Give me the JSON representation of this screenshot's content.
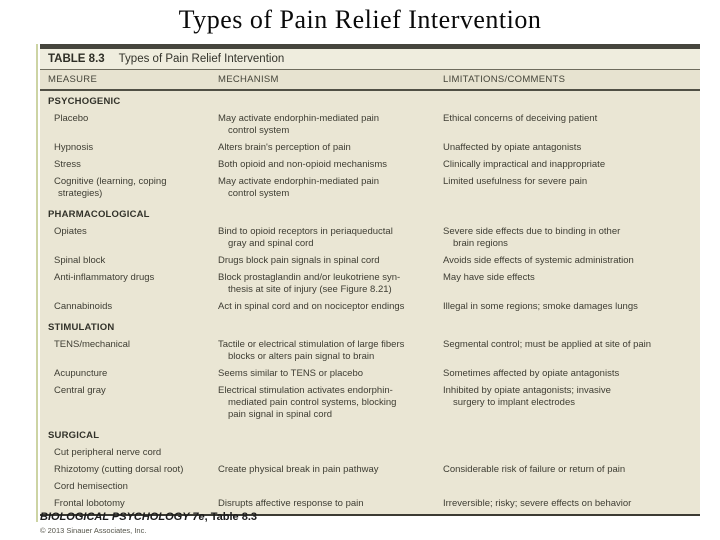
{
  "slide": {
    "title": "Types of Pain Relief Intervention"
  },
  "table": {
    "label": "TABLE 8.3",
    "caption": "Types of Pain Relief Intervention",
    "columns": [
      "MEASURE",
      "MECHANISM",
      "LIMITATIONS/COMMENTS"
    ],
    "sections": [
      {
        "header": "PSYCHOGENIC",
        "rows": [
          {
            "measure": "Placebo",
            "mechanism": "May activate endorphin-mediated pain\ncontrol system",
            "limitations": "Ethical concerns of deceiving patient"
          },
          {
            "measure": "Hypnosis",
            "mechanism": "Alters brain's perception of pain",
            "limitations": "Unaffected by opiate antagonists"
          },
          {
            "measure": "Stress",
            "mechanism": "Both opioid and non-opioid mechanisms",
            "limitations": "Clinically impractical and inappropriate"
          },
          {
            "measure": "Cognitive (learning, coping\nstrategies)",
            "mechanism": "May activate endorphin-mediated pain\ncontrol system",
            "limitations": "Limited usefulness for severe pain"
          }
        ]
      },
      {
        "header": "PHARMACOLOGICAL",
        "rows": [
          {
            "measure": "Opiates",
            "mechanism": "Bind to opioid receptors in periaqueductal\ngray and spinal cord",
            "limitations": "Severe side effects due to binding in other\nbrain regions"
          },
          {
            "measure": "Spinal block",
            "mechanism": "Drugs block pain signals in spinal cord",
            "limitations": "Avoids side effects of systemic administration"
          },
          {
            "measure": "Anti-inflammatory drugs",
            "mechanism": "Block prostaglandin and/or leukotriene syn-\nthesis at site of injury (see Figure 8.21)",
            "limitations": "May have side effects"
          },
          {
            "measure": "Cannabinoids",
            "mechanism": "Act in spinal cord and on nociceptor endings",
            "limitations": "Illegal in some regions; smoke damages lungs"
          }
        ]
      },
      {
        "header": "STIMULATION",
        "rows": [
          {
            "measure": "TENS/mechanical",
            "mechanism": "Tactile or electrical stimulation of large fibers\nblocks or alters pain signal to brain",
            "limitations": "Segmental control; must be applied at site of pain"
          },
          {
            "measure": "Acupuncture",
            "mechanism": "Seems similar to TENS or placebo",
            "limitations": "Sometimes affected by opiate antagonists"
          },
          {
            "measure": "Central gray",
            "mechanism": "Electrical stimulation activates endorphin-\nmediated pain control systems, blocking\npain signal in spinal cord",
            "limitations": "Inhibited by opiate antagonists; invasive\nsurgery to implant electrodes"
          }
        ]
      },
      {
        "header": "SURGICAL",
        "rows": [
          {
            "measure": "Cut peripheral nerve cord",
            "mechanism": "",
            "limitations": ""
          },
          {
            "measure": "Rhizotomy (cutting dorsal root)",
            "mechanism": "Create physical break in pain pathway",
            "limitations": "Considerable risk of failure or return of pain"
          },
          {
            "measure": "Cord hemisection",
            "mechanism": "",
            "limitations": ""
          },
          {
            "measure": "Frontal lobotomy",
            "mechanism": "Disrupts affective response to pain",
            "limitations": "Irreversible; risky; severe effects on behavior"
          }
        ]
      }
    ]
  },
  "footer": {
    "book": "BIOLOGICAL PSYCHOLOGY 7e",
    "ref": ", Table 8.3",
    "copyright": "© 2013 Sinauer Associates, Inc."
  },
  "colors": {
    "table_background": "#eae6d4",
    "caption_band": "#efedde",
    "header_band": "#e7e3d0",
    "top_bar": "#46453d",
    "accent_line": "#cdd4a4",
    "body_text": "#3e3d33"
  }
}
